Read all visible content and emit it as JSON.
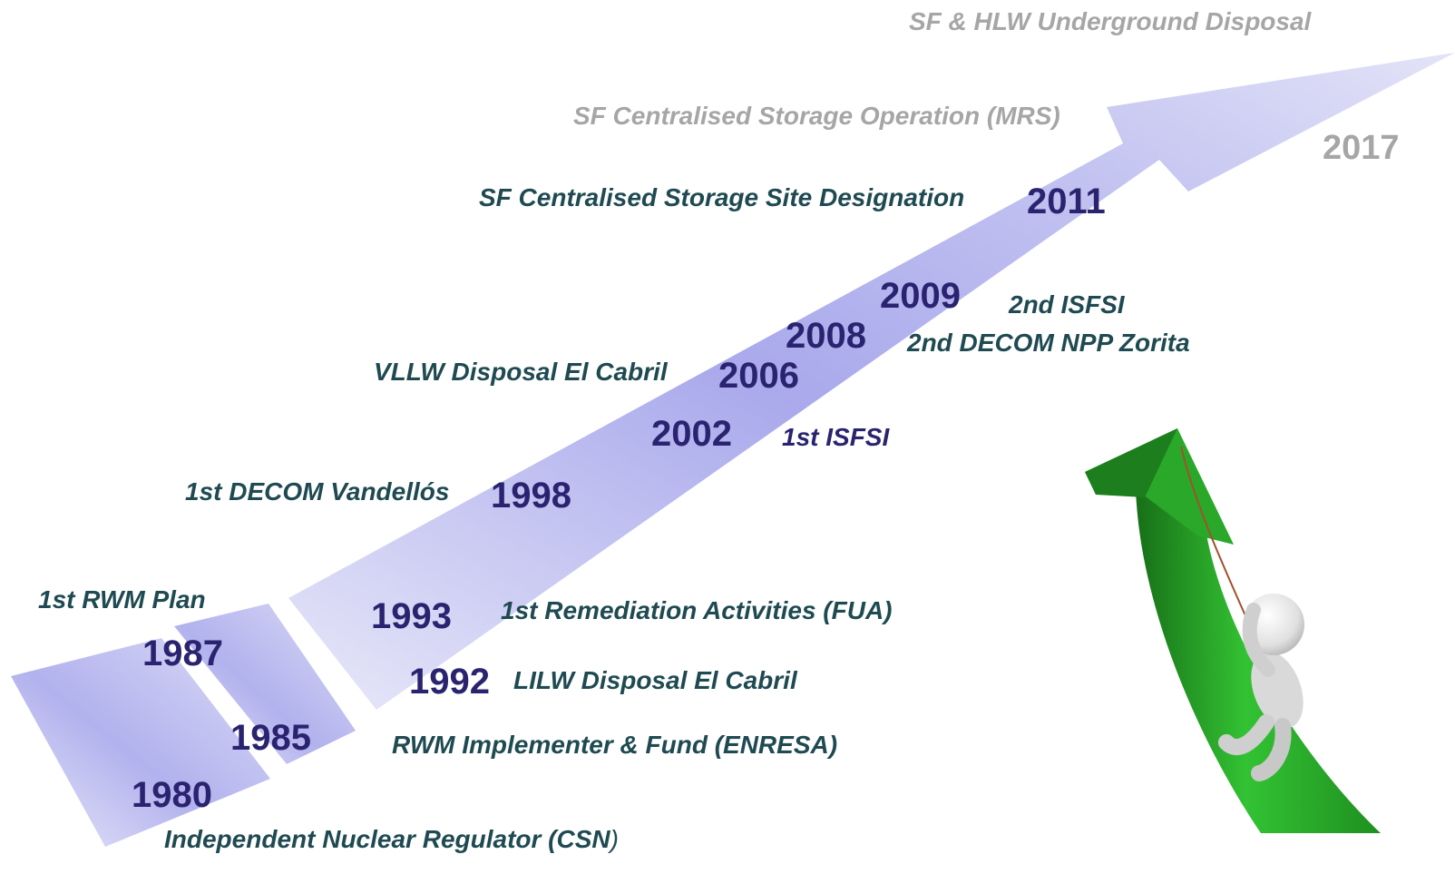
{
  "timeline": {
    "top_goal": "SF  & HLW Underground Disposal",
    "mrs_goal": "SF Centralised Storage Operation (MRS)",
    "future_year": "2017",
    "events": [
      {
        "year": "1980",
        "label": "Independent Nuclear Regulator (CSN",
        "label_tail": ")"
      },
      {
        "year": "1985",
        "label": "RWM Implementer & Fund (ENRESA)"
      },
      {
        "year": "1987",
        "label": "1st RWM Plan"
      },
      {
        "year": "1992",
        "label": "LILW  Disposal El Cabril"
      },
      {
        "year": "1993",
        "label": "1st Remediation Activities (FUA)"
      },
      {
        "year": "1998",
        "label": "1st DECOM Vandellós"
      },
      {
        "year": "2002",
        "label": "1st ISFSI"
      },
      {
        "year": "2006",
        "label": "VLLW Disposal El Cabril"
      },
      {
        "year": "2008",
        "label": "2nd DECOM NPP Zorita"
      },
      {
        "year": "2009",
        "label": "2nd ISFSI"
      },
      {
        "year": "2011",
        "label": "SF Centralised Storage Site Designation"
      }
    ]
  },
  "colors": {
    "year_text": "#2a2470",
    "event_label": "#1f4a52",
    "future_text": "#a6a6a6",
    "arrow_light": "#e6e6f8",
    "arrow_dark": "#a9a9ec",
    "climb_arrow": "#2eb02e"
  },
  "illustration": {
    "icon": "climbing-figure-on-green-arrow-icon"
  }
}
